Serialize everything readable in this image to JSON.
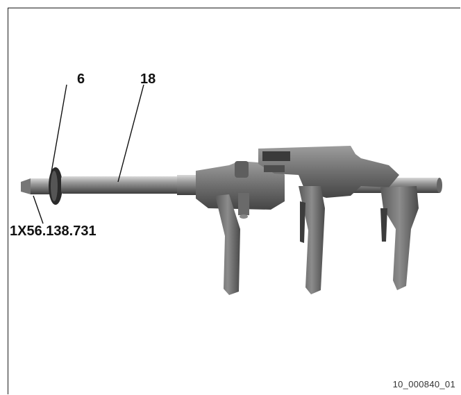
{
  "figure": {
    "callouts": {
      "item_a": "6",
      "item_b": "18",
      "part_number": "1X56.138.731"
    },
    "figure_code": "10_000840_01",
    "subject_icon": "shift-rail-with-shift-forks-photo"
  }
}
